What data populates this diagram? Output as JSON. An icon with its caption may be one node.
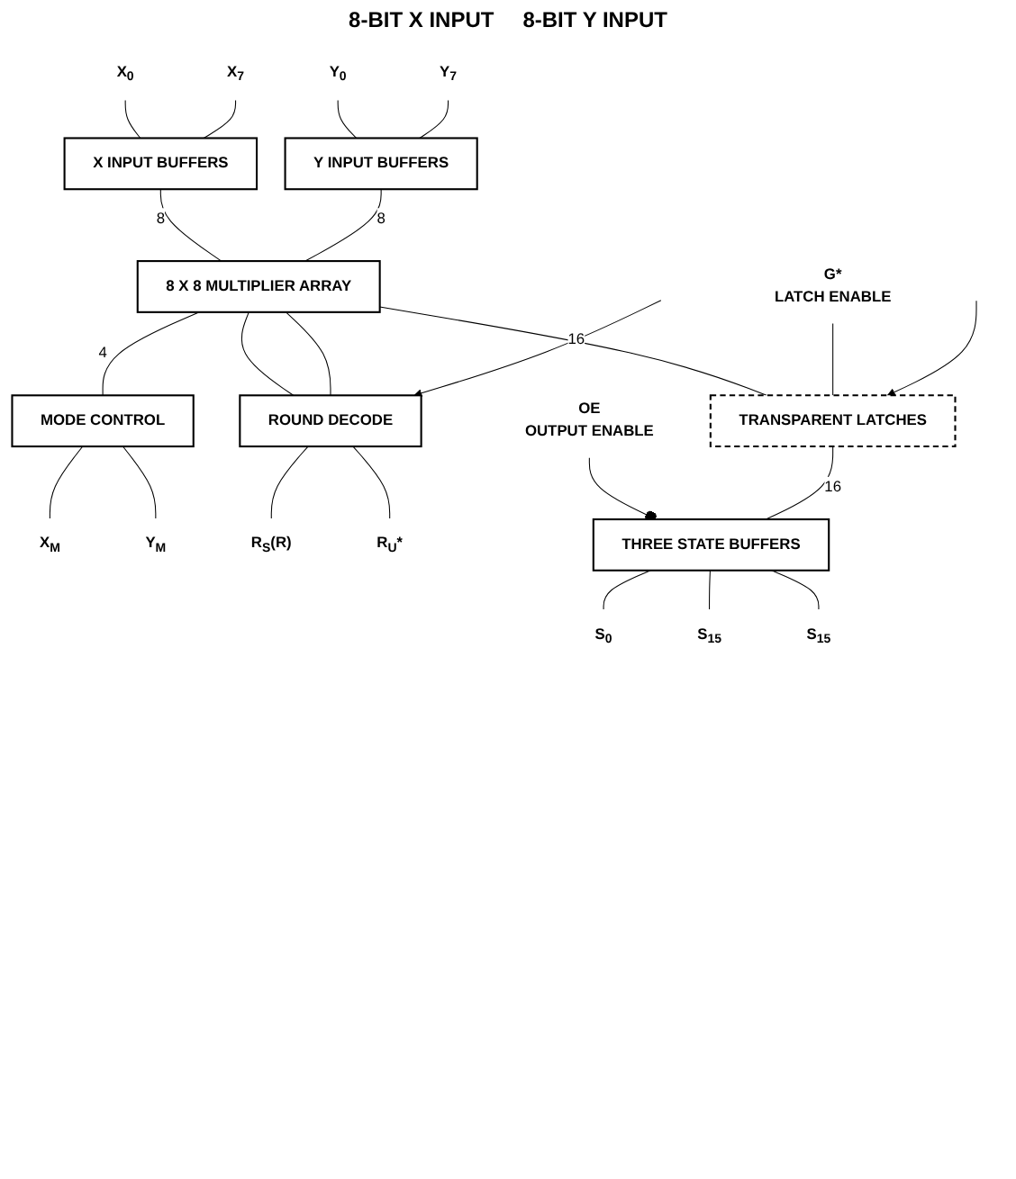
{
  "diagram": {
    "nodes": [
      {
        "text": [
          "X$_{0}$"
        ]
      },
      {
        "text": [
          "X$_{7}$"
        ]
      },
      {
        "text": [
          "X INPUT BUFFERS"
        ]
      },
      {
        "text": [
          "Y$_{0}$"
        ]
      },
      {
        "text": [
          "Y$_{7}$"
        ]
      },
      {
        "text": [
          "Y INPUT BUFFERS"
        ]
      },
      {
        "text": [
          "8 X 8 MULTIPLIER ARRAY"
        ]
      },
      {
        "text": [
          "MODE CONTROL"
        ]
      },
      {
        "text": [
          "X$_{M}$"
        ]
      },
      {
        "text": [
          "Y$_{M}$"
        ]
      },
      {
        "text": [
          "ROUND DECODE"
        ]
      },
      {
        "text": [
          "R$_{S}$(R)"
        ]
      },
      {
        "text": [
          "R$_{U}$*"
        ]
      },
      {
        "text": [
          "G*"
        ],
        "beside": [
          "LATCH ENABLE"
        ]
      },
      {
        "text": [
          "TRANSPARENT LATCHES"
        ]
      },
      {
        "text": [
          "OE"
        ],
        "beside": [
          "OUTPUT ENABLE"
        ]
      },
      {
        "text": [
          "THREE STATE BUFFERS"
        ]
      },
      {
        "text": [
          "S$_{0}$"
        ]
      },
      {
        "text": [
          "S$_{15}$"
        ]
      },
      {
        "text": [
          "S$_{15}$"
        ]
      }
    ],
    "edges": [
      {
        "from": 0,
        "to": 2,
        "arrow": "none"
      },
      {
        "from": 1,
        "to": 2,
        "arrow": "none"
      },
      {
        "from": 2,
        "to": 6,
        "arrow": "none",
        "label": "8"
      },
      {
        "from": 3,
        "to": 5,
        "arrow": "none"
      },
      {
        "from": 4,
        "to": 5,
        "arrow": "none"
      },
      {
        "from": 5,
        "to": 6,
        "arrow": "none",
        "label": "8"
      },
      {
        "from": 6,
        "to": 7,
        "arrow": "none",
        "label": "4"
      },
      {
        "from": 7,
        "to": 8,
        "arrow": "none"
      },
      {
        "from": 7,
        "to": 9,
        "arrow": "none"
      },
      {
        "from": 6,
        "to": 10,
        "arrow": "none"
      },
      {
        "from": 6,
        "to": 10,
        "arrow": "none"
      },
      {
        "from": 10,
        "to": 11,
        "arrow": "none"
      },
      {
        "from": 10,
        "to": 12,
        "arrow": "none"
      },
      {
        "from": 6,
        "to": 14,
        "arrow": "none",
        "label": "16"
      },
      {
        "from": 13,
        "to": 14,
        "arrow": "none"
      },
      {
        "from": null,
        "to": 14,
        "arrow": "to"
      },
      {
        "from": null,
        "to": 10,
        "arrow": "to"
      },
      {
        "from": 15,
        "to": 16,
        "arrow": "other"
      },
      {
        "from": 14,
        "to": 16,
        "arrow": "none",
        "label": "16"
      },
      {
        "from": 16,
        "to": 17,
        "arrow": "none"
      },
      {
        "from": 16,
        "to": 18,
        "arrow": "none"
      },
      {
        "from": 16,
        "to": 19,
        "arrow": "none"
      }
    ],
    "labels": [
      "8-BIT X INPUT",
      "8-BIT Y INPUT"
    ]
  }
}
